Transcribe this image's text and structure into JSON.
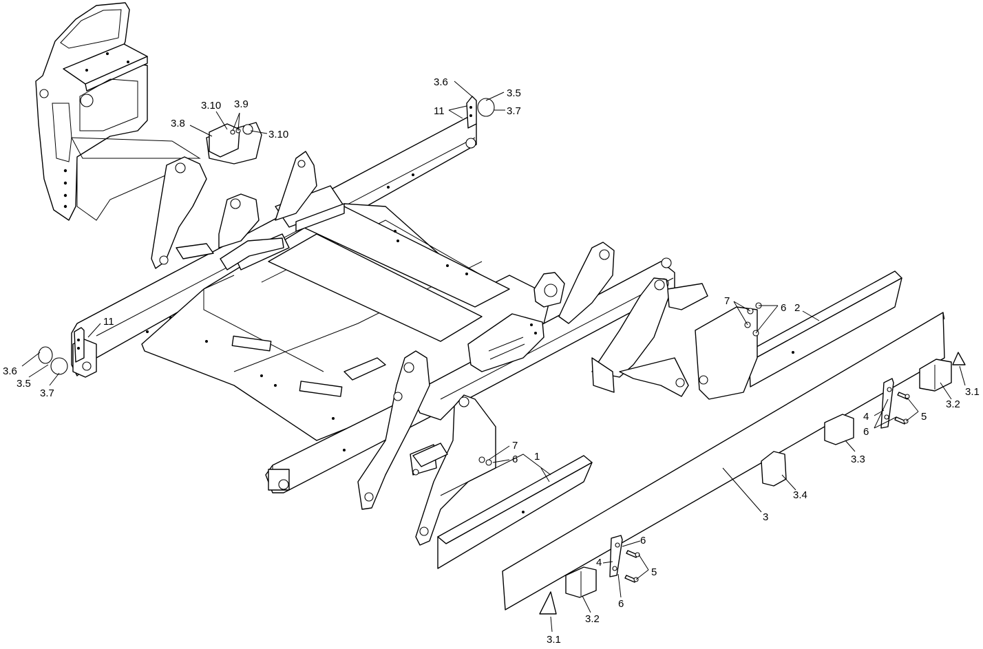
{
  "callouts": [
    {
      "id": "c-3-6-top",
      "text": "3.6"
    },
    {
      "id": "c-3-5-top",
      "text": "3.5"
    },
    {
      "id": "c-3-7-top",
      "text": "3.7"
    },
    {
      "id": "c-11-top",
      "text": "11"
    },
    {
      "id": "c-3-10-a",
      "text": "3.10"
    },
    {
      "id": "c-3-9",
      "text": "3.9"
    },
    {
      "id": "c-3-8",
      "text": "3.8"
    },
    {
      "id": "c-3-10-b",
      "text": "3.10"
    },
    {
      "id": "c-11-left",
      "text": "11"
    },
    {
      "id": "c-3-6-left",
      "text": "3.6"
    },
    {
      "id": "c-3-5-left",
      "text": "3.5"
    },
    {
      "id": "c-3-7-left",
      "text": "3.7"
    },
    {
      "id": "c-7-right",
      "text": "7"
    },
    {
      "id": "c-6-right",
      "text": "6"
    },
    {
      "id": "c-2",
      "text": "2"
    },
    {
      "id": "c-3-1-right",
      "text": "3.1"
    },
    {
      "id": "c-3-2-right",
      "text": "3.2"
    },
    {
      "id": "c-4-right",
      "text": "4"
    },
    {
      "id": "c-5-right",
      "text": "5"
    },
    {
      "id": "c-6-right-b",
      "text": "6"
    },
    {
      "id": "c-3-3",
      "text": "3.3"
    },
    {
      "id": "c-7-mid",
      "text": "7"
    },
    {
      "id": "c-6-mid",
      "text": "6"
    },
    {
      "id": "c-1",
      "text": "1"
    },
    {
      "id": "c-3-4",
      "text": "3.4"
    },
    {
      "id": "c-3",
      "text": "3"
    },
    {
      "id": "c-6-low",
      "text": "6"
    },
    {
      "id": "c-4-low",
      "text": "4"
    },
    {
      "id": "c-5-low",
      "text": "5"
    },
    {
      "id": "c-6-low-b",
      "text": "6"
    },
    {
      "id": "c-3-2-low",
      "text": "3.2"
    },
    {
      "id": "c-3-1-low",
      "text": "3.1"
    }
  ]
}
